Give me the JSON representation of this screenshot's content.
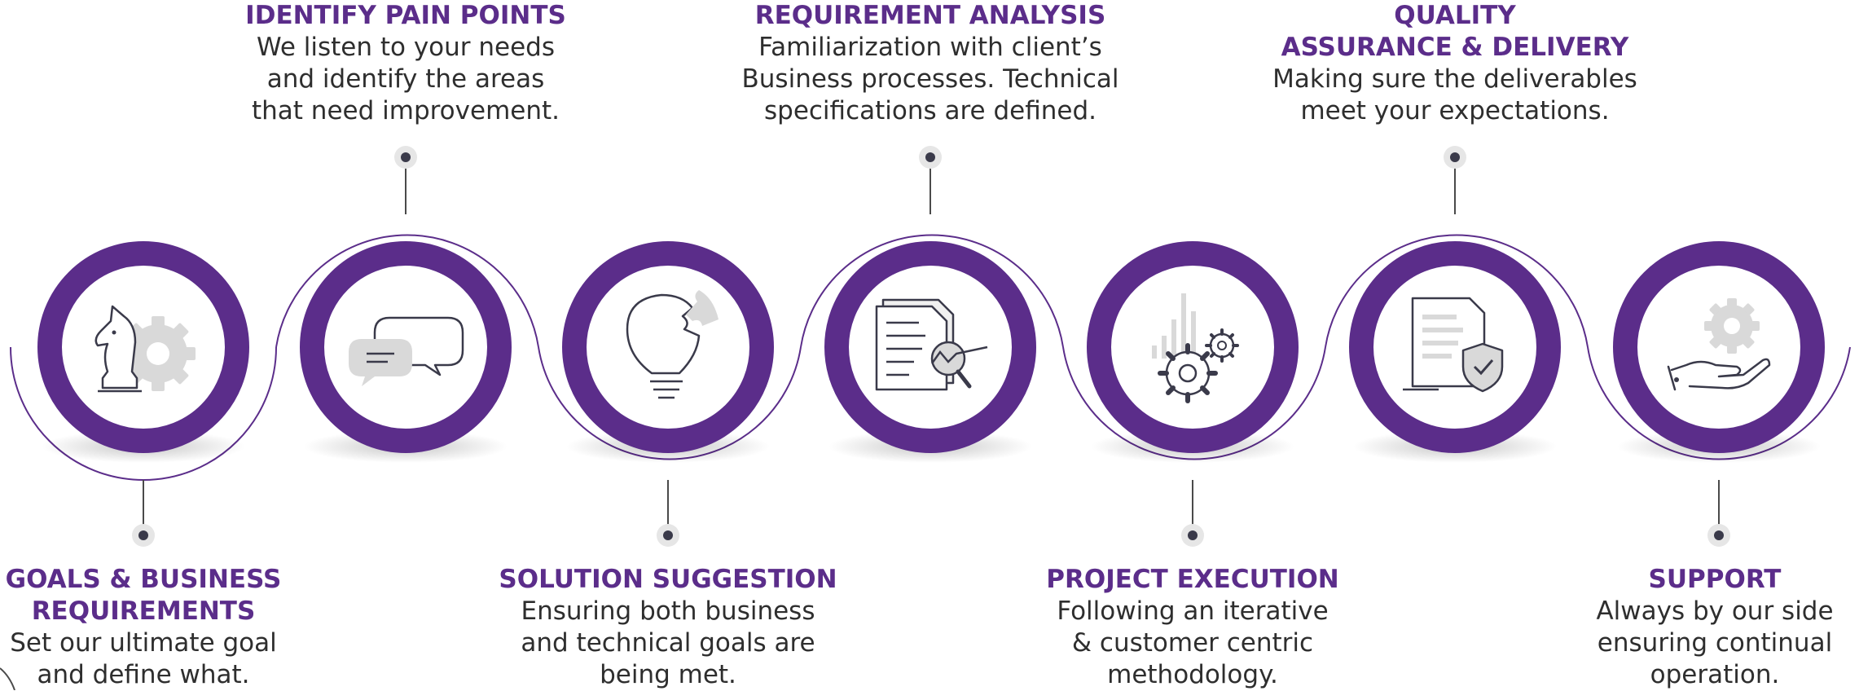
{
  "colors": {
    "accent": "#5b2d8a",
    "icon_gray": "#dedede",
    "line_gray": "#4a4a4a",
    "text": "#2e2e2e"
  },
  "steps": [
    {
      "title_lines": [
        "GOALS & BUSINESS",
        "REQUIREMENTS"
      ],
      "desc_lines": [
        "Set our ultimate goal",
        "and define what."
      ],
      "icon": "chess-knight-gear-icon",
      "label_position": "below"
    },
    {
      "title_lines": [
        "IDENTIFY PAIN POINTS"
      ],
      "desc_lines": [
        "We listen to your needs",
        "and identify the areas",
        "that need improvement."
      ],
      "icon": "chat-bubbles-icon",
      "label_position": "above"
    },
    {
      "title_lines": [
        "SOLUTION SUGGESTION"
      ],
      "desc_lines": [
        "Ensuring both business",
        "and technical goals are",
        "being met."
      ],
      "icon": "lightbulb-puzzle-icon",
      "label_position": "below"
    },
    {
      "title_lines": [
        "REQUIREMENT ANALYSIS"
      ],
      "desc_lines": [
        "Familiarization with client’s",
        "Business processes. Technical",
        "specifications are defined."
      ],
      "icon": "document-magnifier-icon",
      "label_position": "above"
    },
    {
      "title_lines": [
        "PROJECT EXECUTION"
      ],
      "desc_lines": [
        "Following an iterative",
        "& customer centric",
        "methodology."
      ],
      "icon": "gears-chart-icon",
      "label_position": "below"
    },
    {
      "title_lines": [
        "QUALITY",
        "ASSURANCE & DELIVERY"
      ],
      "desc_lines": [
        "Making sure the deliverables",
        "meet your expectations."
      ],
      "icon": "document-shield-icon",
      "label_position": "above"
    },
    {
      "title_lines": [
        "SUPPORT"
      ],
      "desc_lines": [
        "Always by our side",
        "ensuring continual",
        "operation."
      ],
      "icon": "hand-gear-icon",
      "label_position": "below"
    }
  ]
}
